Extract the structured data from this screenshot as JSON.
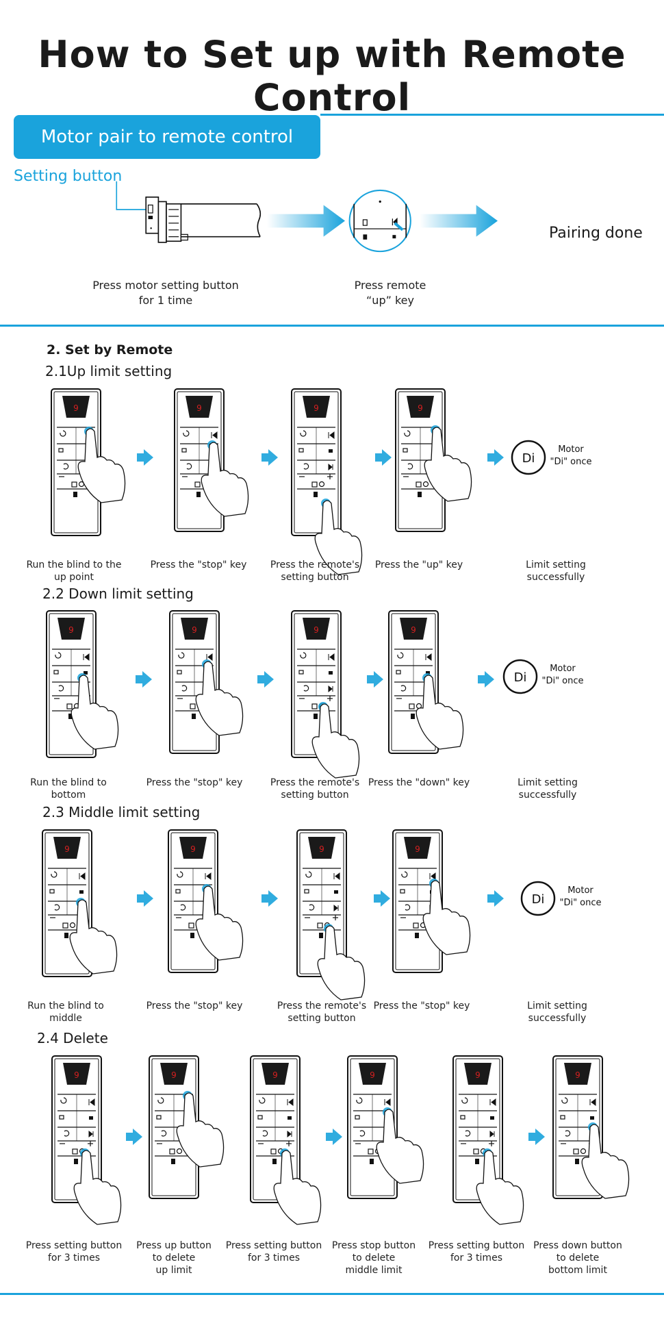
{
  "header": {
    "title": "How to Set up with Remote Control"
  },
  "pairing": {
    "banner": "Motor pair to remote control",
    "setting_button_label": "Setting button",
    "step1_caption": [
      "Press motor setting button",
      "for 1 time"
    ],
    "step2_caption": [
      "Press remote",
      "“up” key"
    ],
    "result": "Pairing done"
  },
  "remote": {
    "section_title": "2. Set by Remote",
    "motor_badge": "Di",
    "motor_note": [
      "Motor",
      "\"Di\" once"
    ],
    "up": {
      "title": "2.1Up limit setting",
      "captions": [
        [
          "Run the blind to the",
          "up point"
        ],
        [
          "Press the \"stop\" key"
        ],
        [
          "Press the remote's",
          "setting button"
        ],
        [
          "Press the \"up\" key"
        ],
        [
          "Limit setting successfully"
        ]
      ]
    },
    "down": {
      "title": "2.2 Down limit setting",
      "captions": [
        [
          "Run the blind to",
          "bottom"
        ],
        [
          "Press the \"stop\" key"
        ],
        [
          "Press the remote's",
          "setting button"
        ],
        [
          "Press the \"down\" key"
        ],
        [
          "Limit setting successfully"
        ]
      ]
    },
    "middle": {
      "title": "2.3 Middle limit setting",
      "captions": [
        [
          "Run the blind to",
          "middle"
        ],
        [
          "Press the \"stop\" key"
        ],
        [
          "Press the remote's",
          "setting button"
        ],
        [
          "Press the \"stop\" key"
        ],
        [
          "Limit setting successfully"
        ]
      ]
    },
    "delete": {
      "title": "2.4 Delete",
      "captions": [
        [
          "Press setting button",
          "for 3 times"
        ],
        [
          "Press up button",
          "to  delete",
          "up limit"
        ],
        [
          "Press setting button",
          "for 3 times"
        ],
        [
          "Press stop button",
          "to delete",
          "middle  limit"
        ],
        [
          "Press setting button",
          "for 3 times"
        ],
        [
          "Press down button",
          "to delete",
          "bottom limit"
        ]
      ]
    }
  },
  "colors": {
    "accent": "#1aa3dc",
    "display": "#1a1a1a",
    "digit": "#d42020"
  },
  "icons": [
    "remote-control-icon",
    "hand-pointer-icon",
    "arrow-right-icon",
    "motor-icon"
  ]
}
